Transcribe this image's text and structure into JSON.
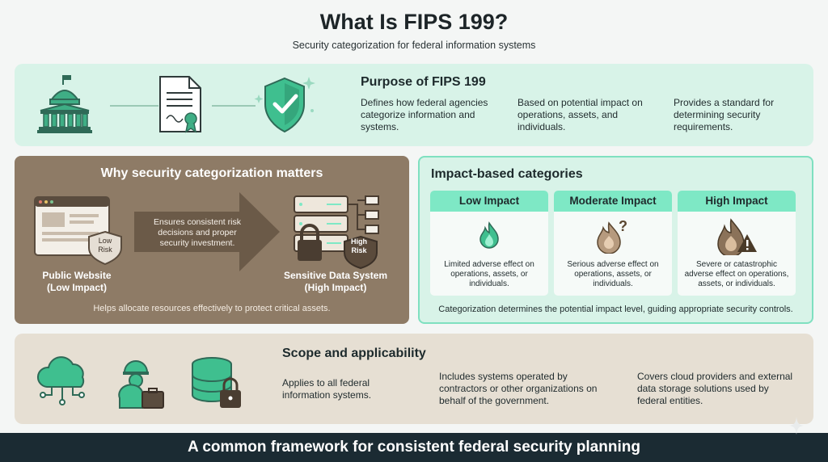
{
  "header": {
    "title": "What Is FIPS 199?",
    "subtitle": "Security categorization for federal information systems"
  },
  "purpose": {
    "title": "Purpose of FIPS 199",
    "points": [
      "Defines how federal agencies categorize information and systems.",
      "Based on potential impact on operations, assets, and individuals.",
      "Provides a standard for determining security requirements."
    ],
    "icons": [
      "capitol-building-icon",
      "certificate-document-icon",
      "shield-check-icon"
    ]
  },
  "why": {
    "title": "Why security categorization matters",
    "left_label_line1": "Public Website",
    "left_label_line2": "(Low Impact)",
    "left_badge_line1": "Low",
    "left_badge_line2": "Risk",
    "arrow_text": "Ensures consistent risk decisions and proper security investment.",
    "right_label_line1": "Sensitive Data System",
    "right_label_line2": "(High Impact)",
    "right_badge_line1": "High",
    "right_badge_line2": "Risk",
    "footer": "Helps allocate resources effectively to protect critical assets."
  },
  "impact": {
    "title": "Impact-based categories",
    "cards": [
      {
        "label": "Low Impact",
        "desc": "Limited adverse effect on operations, assets, or individuals.",
        "icon": "small-flame-icon"
      },
      {
        "label": "Moderate Impact",
        "desc": "Serious adverse effect on operations, assets, or individuals.",
        "icon": "flame-question-icon"
      },
      {
        "label": "High Impact",
        "desc": "Severe or catastrophic adverse effect on operations, assets, or individuals.",
        "icon": "flame-warning-icon"
      }
    ],
    "footer": "Categorization determines the potential impact level, guiding appropriate security controls."
  },
  "scope": {
    "title": "Scope and applicability",
    "points": [
      "Applies to all federal information systems.",
      "Includes systems operated by contractors or other organizations on behalf of the government.",
      "Covers cloud providers and external data storage solutions used by federal entities."
    ],
    "icons": [
      "cloud-network-icon",
      "contractor-worker-icon",
      "database-lock-icon"
    ]
  },
  "footer": {
    "tagline": "A common framework for consistent federal security planning"
  },
  "colors": {
    "mint": "#d8f3e8",
    "accent_green": "#7ee8c5",
    "dark_green": "#2f8f6b",
    "brown": "#8e7b66",
    "beige": "#e6dfd3",
    "footer_bg": "#1b2b33"
  }
}
